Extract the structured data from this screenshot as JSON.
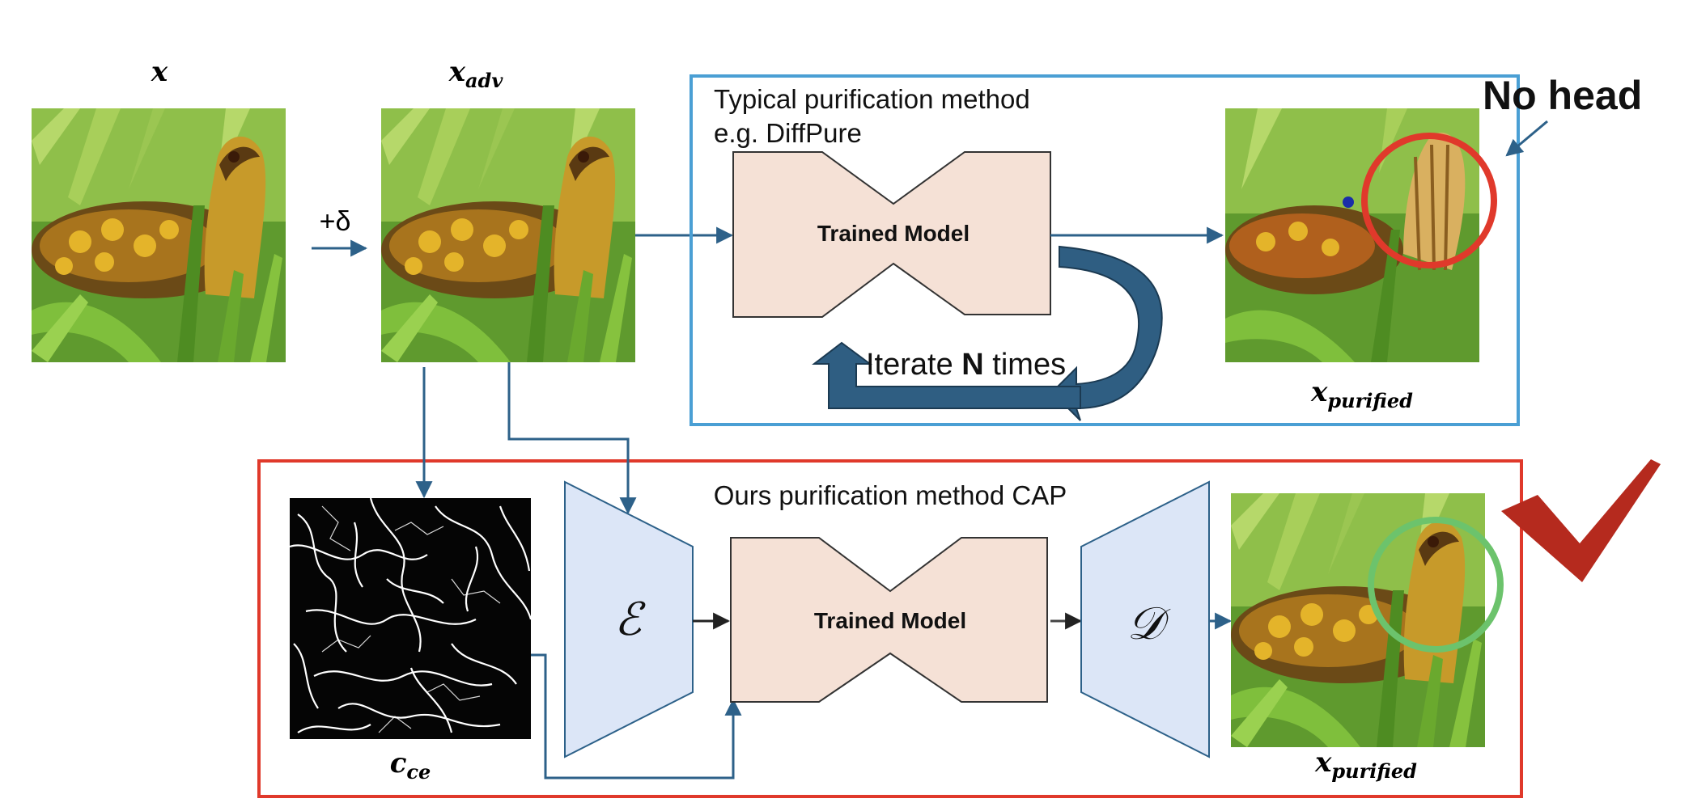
{
  "labels": {
    "x": "x",
    "x_adv": "adv",
    "x_adv_base": "x",
    "perturbation": "+δ",
    "typical_title_line1": "Typical purification method",
    "typical_title_line2": "e.g. DiffPure",
    "trained_model_top": "Trained Model",
    "iterate_prefix": "Iterate ",
    "iterate_n": "N",
    "iterate_suffix": " times",
    "no_head": "No head",
    "x_purified_base": "x",
    "x_purified_sub": "purified",
    "ours_title": "Ours purification method CAP",
    "c_ce_base": "c",
    "c_ce_sub": "ce",
    "encoder_symbol": "ℰ",
    "trained_model_bottom": "Trained Model",
    "decoder_symbol": "𝒟"
  },
  "colors": {
    "typical_box": "#4a9fd4",
    "ours_box": "#e0392b",
    "arrow": "#2d6189",
    "model_fill": "#f5e1d6",
    "codec_fill": "#dce6f7",
    "red_circle": "#e0392b",
    "green_circle": "#6cc36c",
    "checkmark": "#b52a1e",
    "iterate_arrow": "#2f5e82"
  }
}
